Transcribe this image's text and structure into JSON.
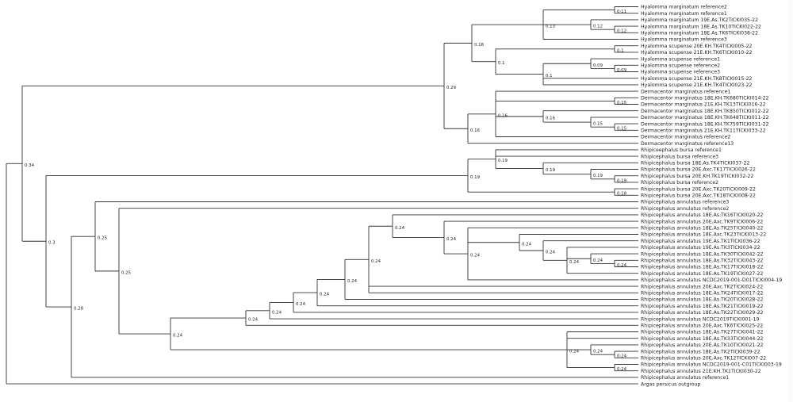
{
  "tree": {
    "leaves": [
      "Hyalomma marginatum reference2",
      "Hyalomma marginatum reference1",
      "Hyalomma marginatum 19E.As.TK2TICKI035-22",
      "Hyalomma marginatum 18E.As.TK10TICKI022-22",
      "Hyalomma marginatum 18E.As.TK6TICKI038-22",
      "Hyalomma marginatum reference3",
      "Hyalomma scupense 20E.KH.TK4TICKI005-22",
      "Hyalomma scupense 21E.KH.TK6TICKI010-22",
      "Hyalomma scupense reference1",
      "Hyalomma scupense reference2",
      "Hyalomma scupense reference3",
      "Hyalomma scupense 21E.KH.TK8TICKI015-22",
      "Hyalomma scupense 21E.KH.TK4TICKI023-22",
      "Dermacentor marginatus reference1",
      "Dermacentor marginatus 18E.KH.TK680TICKI014-22",
      "Dermacentor marginatus 21E.KH.TK13TICKI016-22",
      "Dermacentor marginatus 18E.KH.TK850TICKI012-22",
      "Dermacentor marginatus 18E.KH.TK648TICKI011-22",
      "Dermacentor marginatus 18E.KH.TK759TICKI031-22",
      "Dermacentor marginatus 21E.KH.TK11TICKI033-22",
      "Dermacentor marginatus reference2",
      "Dermacentor marginatus reference13",
      "Rhipiceephalus bursa reference1",
      "Rhipicephalus bursa reference3",
      "Rhipicephalus bursa 18E.As.TK4TICKI037-22",
      "Rhipicephalus bursa 20E.Axc.TK17TICKI026-22",
      "Rhipicephalus bursa 20E.KH.TK19TICKI032-22",
      "Rhipicephalus bursa reference2",
      "Rhipicephalus bursa 20E.Axc.TK20TICKI009-22",
      "Rhipicephalus bursa 20E.Axc.TK18TICKI008-22",
      "Rhipicephalus annulatus reference3",
      "Rhipicephalus annulatus reference2",
      "Rhipicephalus annulatus 18E.As.TK16TICKI020-22",
      "Rhipicephalus annulatus 20E.Axc.TK9TICKI006-22",
      "Rhipicephalus annulatus 18E.As.TK25TICKI040-22",
      "Rhipicephalus annulatus 18E.Axc.TK23TICKI013-22",
      "Rhipicephalus annulatus 19E.As.TK1TICKI036-22",
      "Rhipicephalus annulatus 19E.As.TK3TICKI034-22",
      "Rhipicephalus annulatus 18E.As.TK30TICKI042-22",
      "Rhipicephalus annulatus 18E.As.TK32TICKI043-22",
      "Rhipicephalus annulatus 18E.As.TK17TICKI018-22",
      "Rhipicephalus annulatus 18E.As.TK19TICKI027-22",
      "Rhipicephalus annulatus NCDC2019-001-D01TICKI004-19",
      "Rhipicephalus annulatus 20E.Axc.TK2TICKI024-22",
      "Rhipicephalus annulatus 18E.As.TK24TICKI017-22",
      "Rhipicephalus annulatus 18E.As.TK20TICKI028-22",
      "Rhipicephalus annulatus 18E.As.TK21TICKI019-22",
      "Rhipicephalus annulatus 18E.As.TK22TICKI029-22",
      "Rhipicephalus annulatus NCDC2019TICKI001-19",
      "Rhipicephalus annulatus 20E.Axc.TK6TICKI025-22",
      "Rhipicephalus annulatus 18E.As.TK27TICKI041-22",
      "Rhipicephalus annulatus 18E.As.TK33TICKI044-22",
      "Rhipicephalus annulatus 20E.As.TK10TICKI021-22",
      "Rhipicephalus annulatus 18E.As.TK2TICKI039-22",
      "Rhipicephalus annulatus 20E.Axc.TK12TICKI007-22",
      "Rhipicephalus annulatus NCDC2019-001-C01TICKI003-19",
      "Rhipicephalus annulatus 21E.KH.TK1TICKI030-22",
      "Rhipicephalus annulatus reference1",
      "Argas persicus outgroup"
    ],
    "nodes": [
      {
        "id": "hm_a",
        "children": [
          0,
          1
        ],
        "label": "0.11"
      },
      {
        "id": "hm_b",
        "children": [
          3,
          4
        ],
        "label": "0.12"
      },
      {
        "id": "hm_c",
        "children": [
          2,
          "hm_b"
        ],
        "label": "0.12"
      },
      {
        "id": "hm",
        "children": [
          "hm_a",
          "hm_c",
          5
        ],
        "label": "0.13"
      },
      {
        "id": "hs_a",
        "children": [
          6,
          7
        ],
        "label": "0.1"
      },
      {
        "id": "hs_b",
        "children": [
          9,
          10
        ],
        "label": "0.09"
      },
      {
        "id": "hs_c",
        "children": [
          8,
          "hs_b"
        ],
        "label": "0.09"
      },
      {
        "id": "hs_d",
        "children": [
          "hs_c",
          11,
          12
        ],
        "label": "0.1"
      },
      {
        "id": "hs",
        "children": [
          "hs_a",
          "hs_d"
        ],
        "label": "0.1"
      },
      {
        "id": "hy",
        "children": [
          "hm",
          "hs"
        ],
        "label": "0.18"
      },
      {
        "id": "dm_a",
        "children": [
          14,
          15
        ],
        "label": "0.15"
      },
      {
        "id": "dm_b",
        "children": [
          18,
          19
        ],
        "label": "0.15"
      },
      {
        "id": "dm_c",
        "children": [
          17,
          "dm_b"
        ],
        "label": "0.15"
      },
      {
        "id": "dm_d",
        "children": [
          16,
          "dm_c"
        ],
        "label": "0.16"
      },
      {
        "id": "dm_e",
        "children": [
          13,
          "dm_a",
          "dm_d",
          20
        ],
        "label": "0.16"
      },
      {
        "id": "dm",
        "children": [
          "dm_e",
          21
        ],
        "label": "0.16"
      },
      {
        "id": "hd",
        "children": [
          "hy",
          "dm"
        ],
        "label": "0.29"
      },
      {
        "id": "rb_a",
        "children": [
          26,
          27
        ],
        "label": "0.19"
      },
      {
        "id": "rb_b",
        "children": [
          25,
          "rb_a"
        ],
        "label": "0.19"
      },
      {
        "id": "rb_c",
        "children": [
          24,
          "rb_b"
        ],
        "label": "0.19"
      },
      {
        "id": "rb_d",
        "children": [
          22,
          23,
          "rb_c"
        ],
        "label": "0.19"
      },
      {
        "id": "rb_e",
        "children": [
          28,
          29
        ],
        "label": "0.18"
      },
      {
        "id": "rb",
        "children": [
          "rb_d",
          "rb_e"
        ],
        "label": "0.19"
      },
      {
        "id": "ra_a",
        "children": [
          39,
          40
        ],
        "label": "0.24"
      },
      {
        "id": "ra_b",
        "children": [
          38,
          "ra_a"
        ],
        "label": "0.24"
      },
      {
        "id": "ra_c",
        "children": [
          37,
          "ra_b",
          41
        ],
        "label": "0.24"
      },
      {
        "id": "ra_d",
        "children": [
          36,
          "ra_c"
        ],
        "label": "0.24"
      },
      {
        "id": "ra_e",
        "children": [
          35,
          "ra_d"
        ],
        "label": "0.24"
      },
      {
        "id": "ra_f",
        "children": [
          34,
          "ra_e",
          42
        ],
        "label": "0.24"
      },
      {
        "id": "ra_g",
        "children": [
          33,
          "ra_f"
        ],
        "label": "0.24"
      },
      {
        "id": "ra_h",
        "children": [
          32,
          "ra_g"
        ],
        "label": "0.24"
      },
      {
        "id": "ra_i",
        "children": [
          "ra_h",
          43,
          44
        ],
        "label": "0.24"
      },
      {
        "id": "ra_j",
        "children": [
          "ra_i",
          45
        ],
        "label": "0.24"
      },
      {
        "id": "ra_k",
        "children": [
          "ra_j",
          46
        ],
        "label": "0.24"
      },
      {
        "id": "ra_l",
        "children": [
          "ra_k",
          47
        ],
        "label": "0.24"
      },
      {
        "id": "ra_m",
        "children": [
          "ra_l",
          48
        ],
        "label": "0.24"
      },
      {
        "id": "ra_n",
        "children": [
          "ra_m",
          49
        ],
        "label": "0.24"
      },
      {
        "id": "ra_o",
        "children": [
          53,
          54
        ],
        "label": "0.24"
      },
      {
        "id": "ra_p",
        "children": [
          52,
          "ra_o"
        ],
        "label": "0.24"
      },
      {
        "id": "ra_q",
        "children": [
          55,
          56
        ],
        "label": "0.24"
      },
      {
        "id": "ra_r",
        "children": [
          50,
          51,
          "ra_p",
          "ra_q"
        ],
        "label": "0.24"
      },
      {
        "id": "ra_s",
        "children": [
          "ra_n",
          "ra_r"
        ],
        "label": "0.24"
      },
      {
        "id": "ra_t",
        "children": [
          31,
          "ra_s"
        ],
        "label": "0.25"
      },
      {
        "id": "ra_u",
        "children": [
          30,
          "ra_t"
        ],
        "label": "0.25"
      },
      {
        "id": "ra",
        "children": [
          "ra_u",
          57
        ],
        "label": "0.28"
      },
      {
        "id": "rr",
        "children": [
          "rb",
          "ra"
        ],
        "label": "0.3"
      },
      {
        "id": "in",
        "children": [
          "hd",
          "rr"
        ],
        "label": "0.34"
      },
      {
        "id": "root",
        "children": [
          "in",
          58
        ],
        "label": ""
      }
    ]
  }
}
